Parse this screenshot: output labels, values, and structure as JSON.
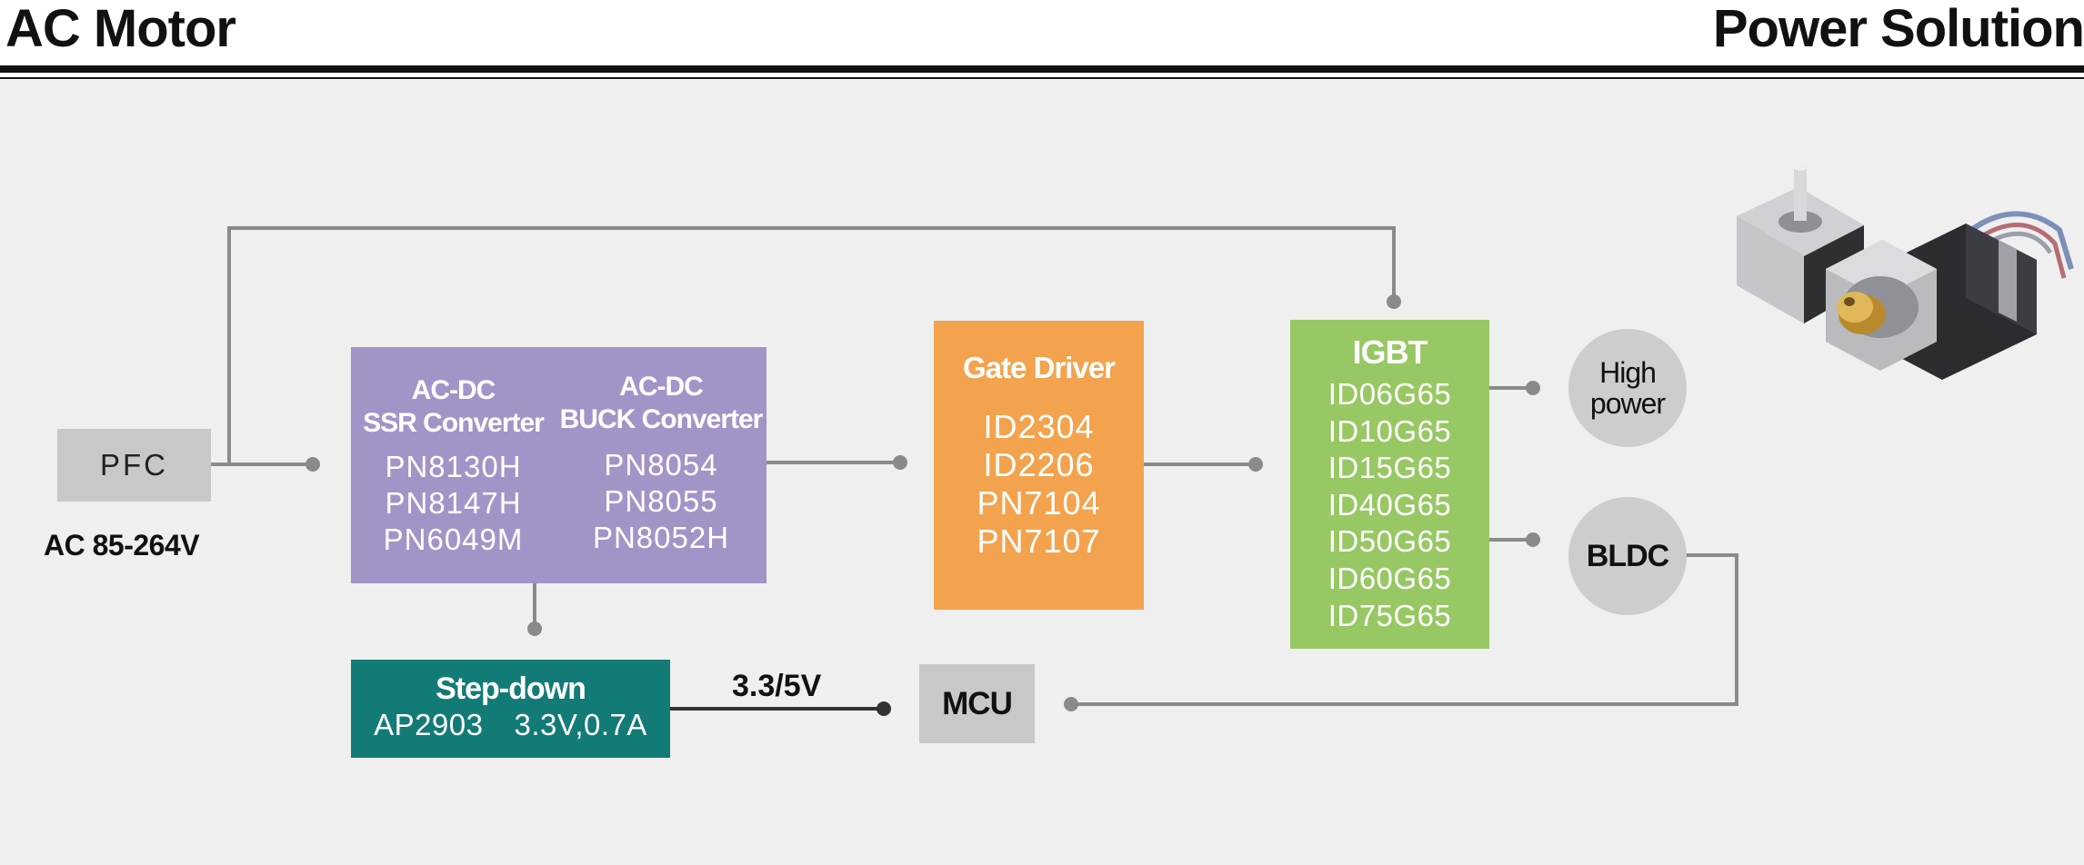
{
  "header": {
    "title_left": "AC Motor",
    "title_right": "Power Solution"
  },
  "pfc": {
    "label": "PFC",
    "input_label": "AC 85-264V"
  },
  "acdc": {
    "ssr": {
      "title_line1": "AC-DC",
      "title_line2": "SSR Converter",
      "parts": [
        "PN8130H",
        "PN8147H",
        "PN6049M"
      ]
    },
    "buck": {
      "title_line1": "AC-DC",
      "title_line2": "BUCK Converter",
      "parts": [
        "PN8054",
        "PN8055",
        "PN8052H"
      ]
    }
  },
  "gate_driver": {
    "title": "Gate Driver",
    "parts": [
      "ID2304",
      "ID2206",
      "PN7104",
      "PN7107"
    ]
  },
  "igbt": {
    "title": "IGBT",
    "parts": [
      "ID06G65",
      "ID10G65",
      "ID15G65",
      "ID40G65",
      "ID50G65",
      "ID60G65",
      "ID75G65"
    ]
  },
  "step_down": {
    "title": "Step-down",
    "part": "AP2903",
    "spec": "3.3V,0.7A"
  },
  "mcu": {
    "label": "MCU",
    "voltage_label": "3.3/5V"
  },
  "outputs": {
    "high_power_line1": "High",
    "high_power_line2": "power",
    "bldc": "BLDC"
  },
  "colors": {
    "acdc": "#a394c8",
    "gate_driver": "#f3a34e",
    "igbt": "#97c864",
    "step_down": "#137b76",
    "neutral_box": "#c8c8c8",
    "wire": "#8a8a8a",
    "panel": "#efefef"
  },
  "icons": {
    "motor_image": "stepper-motor-illustration"
  }
}
